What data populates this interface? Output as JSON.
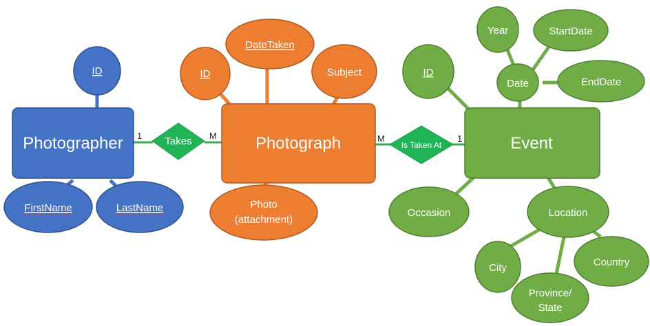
{
  "colors": {
    "photographer": "#4472c4",
    "photographer_border": "#2f528f",
    "photograph": "#ed7d31",
    "photograph_border": "#ae5a21",
    "event": "#70ad47",
    "event_border": "#507e32",
    "relationship": "#21b456",
    "relationship_line": "#3aa850"
  },
  "entities": {
    "photographer": {
      "label": "Photographer"
    },
    "photograph": {
      "label": "Photograph"
    },
    "event": {
      "label": "Event"
    }
  },
  "attributes": {
    "photographer_id": "ID",
    "photographer_firstname": "FirstName",
    "photographer_lastname": "LastName",
    "photograph_id": "ID",
    "photograph_datetaken": "DateTaken",
    "photograph_subject": "Subject",
    "photograph_photo_line1": "Photo",
    "photograph_photo_line2": "(attachment)",
    "event_id": "ID",
    "event_date": "Date",
    "event_year": "Year",
    "event_startdate": "StartDate",
    "event_enddate": "EndDate",
    "event_occasion": "Occasion",
    "event_location": "Location",
    "event_city": "City",
    "event_country": "Country",
    "event_province_line1": "Province/",
    "event_province_line2": "State"
  },
  "relationships": {
    "takes": {
      "label": "Takes",
      "card_left": "1",
      "card_right": "M"
    },
    "is_taken_at": {
      "label": "Is Taken At",
      "card_left": "M",
      "card_right": "1"
    }
  }
}
